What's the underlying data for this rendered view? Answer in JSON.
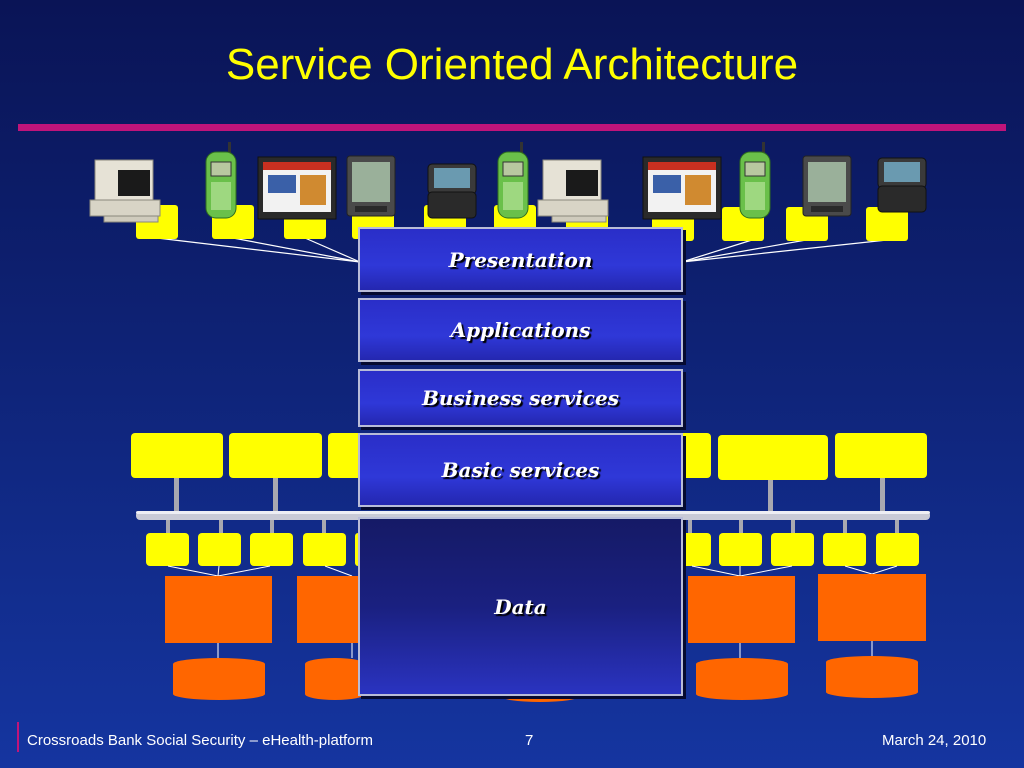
{
  "title": "Service Oriented Architecture",
  "layers": {
    "presentation": "Presentation",
    "applications": "Applications",
    "business_services": "Business services",
    "basic_services": "Basic services",
    "data": "Data"
  },
  "footer": {
    "organization": "Crossroads Bank Social Security – eHealth-platform",
    "page_number": "7",
    "date": "March 24, 2010"
  },
  "colors": {
    "title": "#ffff00",
    "accent_rule": "#c0147a",
    "service_box": "#ffff00",
    "data_block": "#ff6600",
    "layer_fill": "#2f38d8"
  },
  "devices": [
    "desktop-computer",
    "mobile-phone",
    "web-browser-screen",
    "pda",
    "communicator-device",
    "mobile-phone",
    "desktop-computer",
    "web-browser-screen",
    "mobile-phone",
    "pda",
    "communicator-device"
  ]
}
